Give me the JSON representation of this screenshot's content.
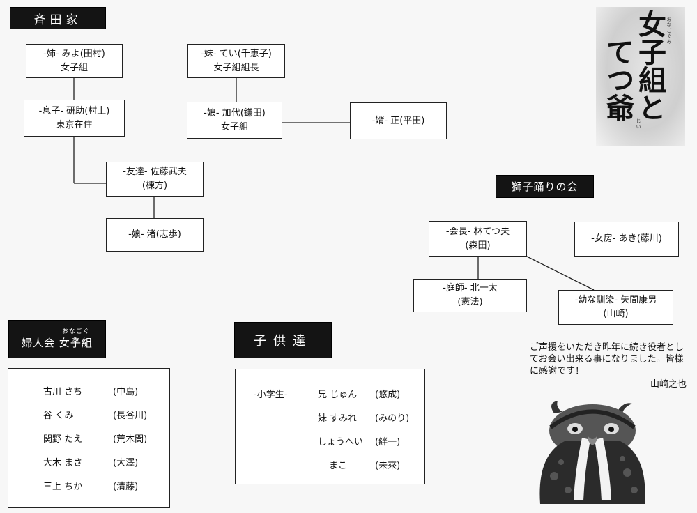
{
  "saita": {
    "header": "斉田家",
    "ane": {
      "role": "-姉-",
      "name": "みよ",
      "actor": "(田村)",
      "sub": "女子組"
    },
    "imoto": {
      "role": "-妹-",
      "name": "てい",
      "actor": "(千恵子)",
      "sub": "女子組組長"
    },
    "musuko": {
      "role": "-息子-",
      "name": "研助",
      "actor": "(村上)",
      "sub": "東京在住"
    },
    "musume_kayo": {
      "role": "-娘-",
      "name": "加代",
      "actor": "(鎌田)",
      "sub": "女子組"
    },
    "muko": {
      "role": "-婿-",
      "name": "正",
      "actor": "(平田)"
    },
    "tomodachi": {
      "role": "-友達-",
      "name": "佐藤武夫",
      "actor": "(棟方)"
    },
    "musume_nagisa": {
      "role": "-娘-",
      "name": "渚",
      "actor": "(志歩)"
    }
  },
  "shishi": {
    "header": "獅子踊りの会",
    "kaicho": {
      "role": "-会長-",
      "name": "林てつ夫",
      "actor": "(森田)"
    },
    "nyobo": {
      "role": "-女房-",
      "name": "あき",
      "actor": "(藤川)"
    },
    "niwashi": {
      "role": "-庭師-",
      "name": "北一太",
      "actor": "(憲法)"
    },
    "osananajimi": {
      "role": "-幼な馴染-",
      "name": "矢間康男",
      "actor": "(山崎)"
    }
  },
  "fujinkai": {
    "header_left": "婦人会",
    "header_right": "女子組",
    "header_ruby": "おなごぐみ",
    "members": [
      {
        "name": "古川 さち",
        "actor": "(中島)"
      },
      {
        "name": "谷 くみ",
        "actor": "(長谷川)"
      },
      {
        "name": "関野 たえ",
        "actor": "(荒木関)"
      },
      {
        "name": "大木 まさ",
        "actor": "(大澤)"
      },
      {
        "name": "三上 ちか",
        "actor": "(清藤)"
      }
    ]
  },
  "kodomo": {
    "header": "子供達",
    "group_label": "-小学生-",
    "members": [
      {
        "name": "兄 じゅん",
        "actor": "(悠成)"
      },
      {
        "name": "妹 すみれ",
        "actor": "(みのり)"
      },
      {
        "name": "しょうへい",
        "actor": "(絆一)"
      },
      {
        "name": "まこ",
        "actor": "(未來)"
      }
    ]
  },
  "title_logo": {
    "line1": "女子組と",
    "line2": "てつ爺",
    "ruby1": "おなごぐみ",
    "ruby2": "じい"
  },
  "note": {
    "text": "ご声援をいただき昨年に続き役者としてお会い出来る事になりました。皆様に感謝です！",
    "signature": "山崎之也"
  }
}
